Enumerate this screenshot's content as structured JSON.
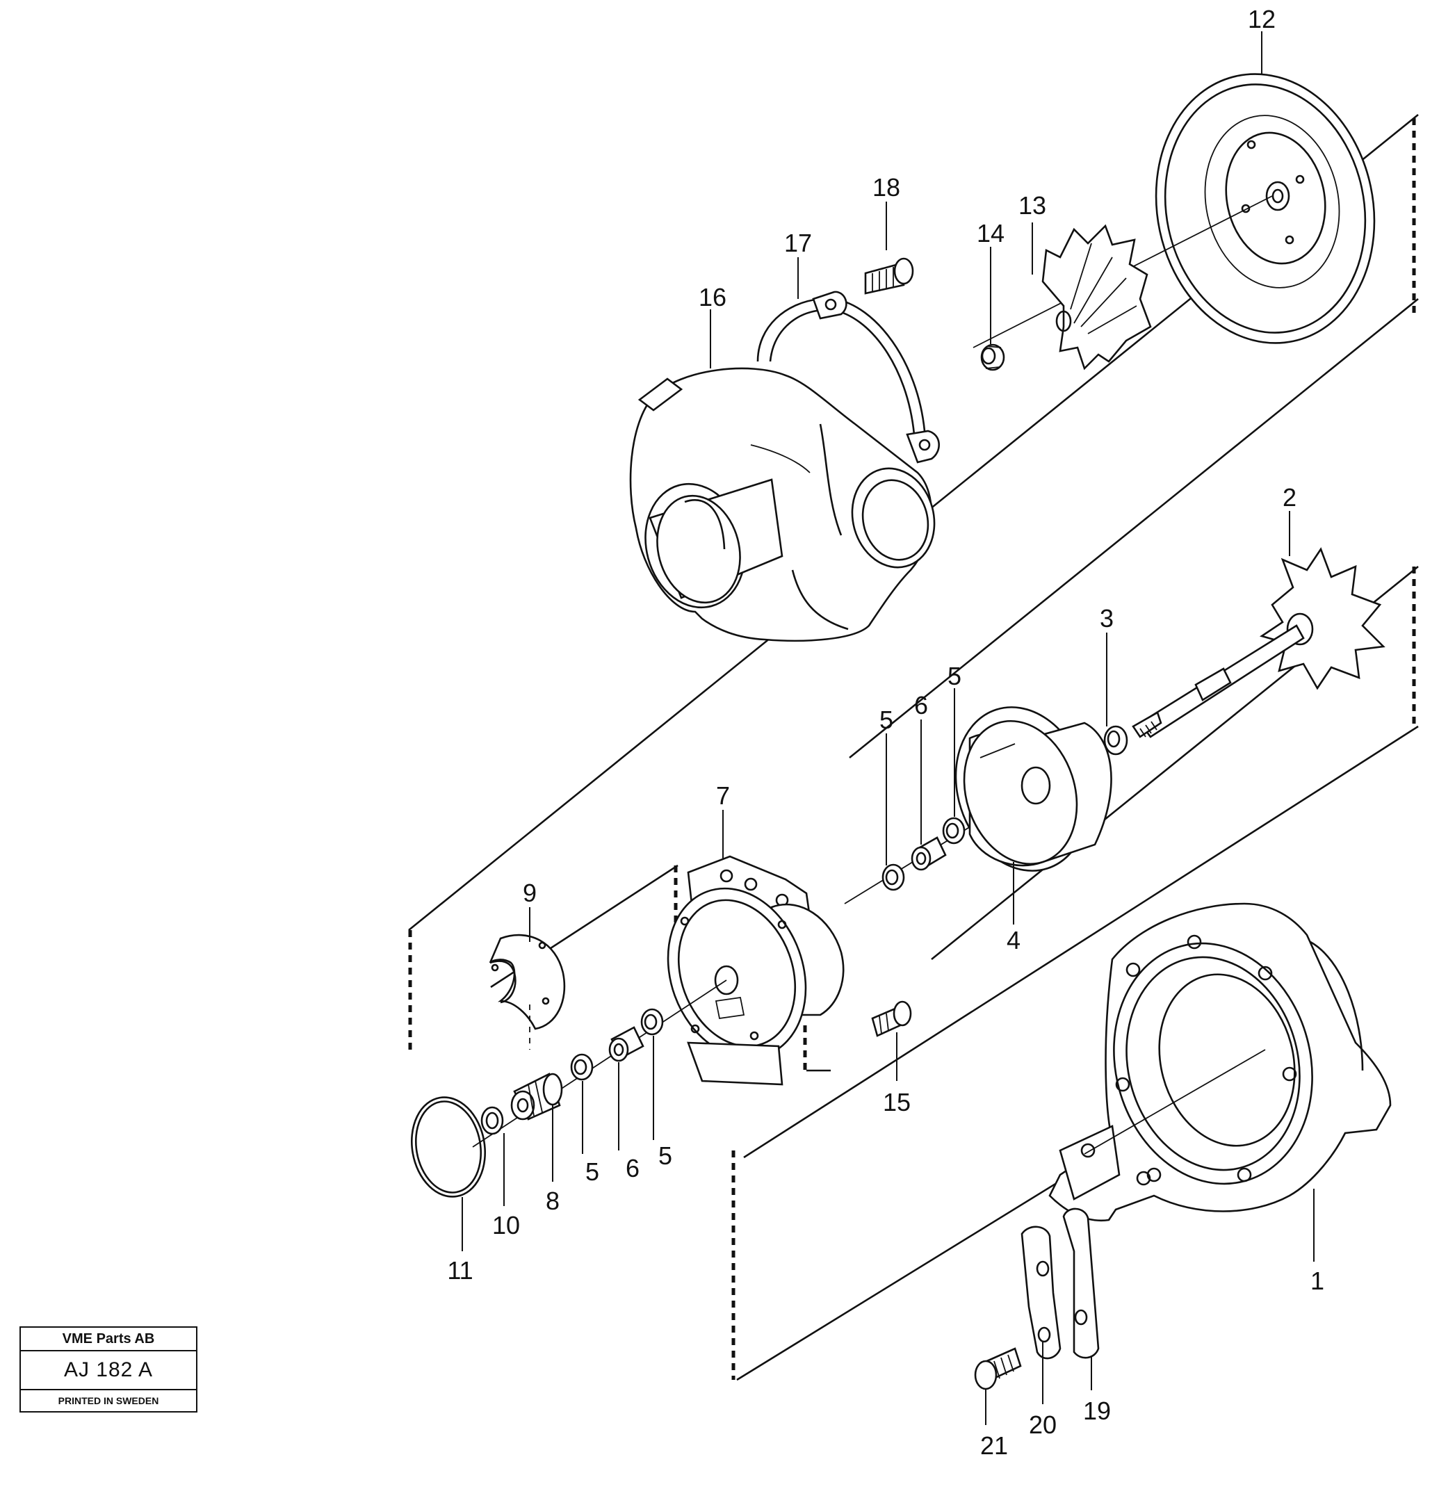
{
  "labels": {
    "l1": "1",
    "l2": "2",
    "l3": "3",
    "l4": "4",
    "l5a": "5",
    "l5b": "5",
    "l5c": "5",
    "l5d": "5",
    "l6a": "6",
    "l6b": "6",
    "l7": "7",
    "l8": "8",
    "l9": "9",
    "l10": "10",
    "l11": "11",
    "l12": "12",
    "l13": "13",
    "l14": "14",
    "l15": "15",
    "l16": "16",
    "l17": "17",
    "l18": "18",
    "l19": "19",
    "l20": "20",
    "l21": "21"
  },
  "title_block": {
    "company": "VME Parts AB",
    "drawing_no": "AJ 182 A",
    "printed": "PRINTED IN SWEDEN"
  }
}
